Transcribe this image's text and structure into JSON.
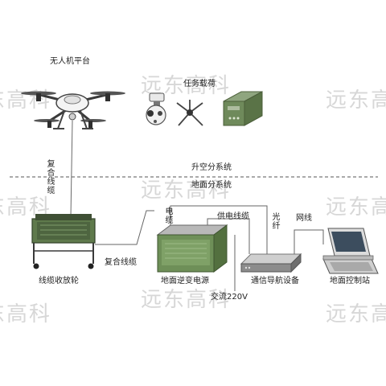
{
  "watermark": "远东高科",
  "labels": {
    "uav_platform": "无人机平台",
    "payload": "任务载荷",
    "air_subsystem": "升空分系统",
    "ground_subsystem": "地面分系统",
    "composite_cable_vertical": "复合线缆",
    "cable_reel": "线缆收放轮",
    "composite_cable": "复合线缆",
    "power_cable_short": "电缆",
    "power_supply_cable": "供电线缆",
    "optical_fiber": "光纤",
    "network_cable": "网线",
    "inverter_power": "地面逆变电源",
    "comm_nav": "通信导航设备",
    "ground_station": "地面控制站",
    "ac_input": "交流220V"
  }
}
